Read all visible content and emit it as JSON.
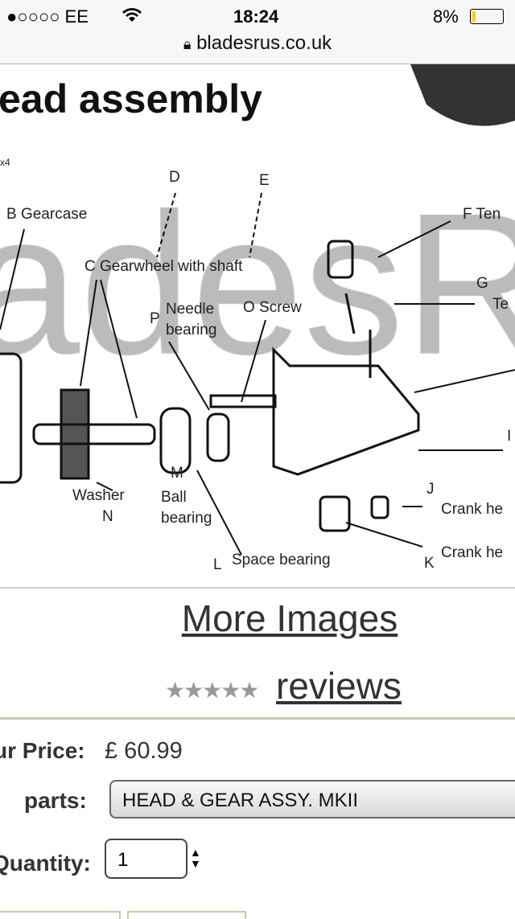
{
  "status_bar": {
    "carrier": "●○○○○ EE",
    "time": "18:24",
    "battery": "8%",
    "battery_level": 0.08,
    "battery_color": "#ffcc00"
  },
  "browser": {
    "url": "bladesrus.co.uk"
  },
  "diagram": {
    "title": "ead assembly",
    "watermark": "adesR",
    "labels": {
      "x4": "x4",
      "b": "B Gearcase",
      "c": "C Gearwheel with shaft",
      "d": "D",
      "e": "E",
      "f": "F Ten",
      "g": "G",
      "g2": "Te",
      "p": "P",
      "needle": "Needle bearing",
      "o": "O Screw",
      "washer": "Washer",
      "n": "N",
      "m": "M",
      "ball": "Ball bearing",
      "l": "L",
      "space": "Space bearing",
      "j": "J",
      "j_text": "Crank he",
      "k": "K",
      "k_text": "Crank he",
      "i": "I"
    }
  },
  "links": {
    "more_images": "More Images",
    "stars": "★★★★★",
    "reviews": "reviews"
  },
  "form": {
    "price_label": "ur Price:",
    "price": "£ 60.99",
    "parts_label": "parts:",
    "parts_value": "HEAD & GEAR ASSY. MKII",
    "quantity_label": "Quantity:",
    "quantity_value": "1"
  }
}
